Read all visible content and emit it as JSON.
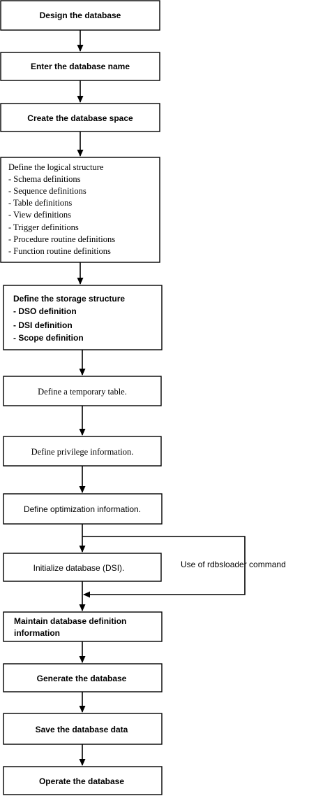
{
  "steps": {
    "design": "Design the database",
    "enter_name": "Enter the database name",
    "create_space": "Create the database space",
    "logical": {
      "title": "Define the logical structure",
      "items": [
        "- Schema definitions",
        "- Sequence definitions",
        "- Table definitions",
        "- View definitions",
        "- Trigger definitions",
        "- Procedure routine definitions",
        "- Function routine definitions"
      ]
    },
    "storage": {
      "title": "Define the storage structure",
      "items": [
        "-  DSO definition",
        "-  DSI definition",
        "-  Scope definition"
      ]
    },
    "temp_table": "Define a temporary table.",
    "privilege": "Define privilege information.",
    "optimization": "Define optimization information.",
    "initialize": "Initialize database (DSI).",
    "maintain": {
      "line1": "Maintain database definition",
      "line2": "information"
    },
    "generate": "Generate the database",
    "save": "Save the database data",
    "operate": "Operate the database"
  },
  "branch_label": "Use of rdbsloader command"
}
